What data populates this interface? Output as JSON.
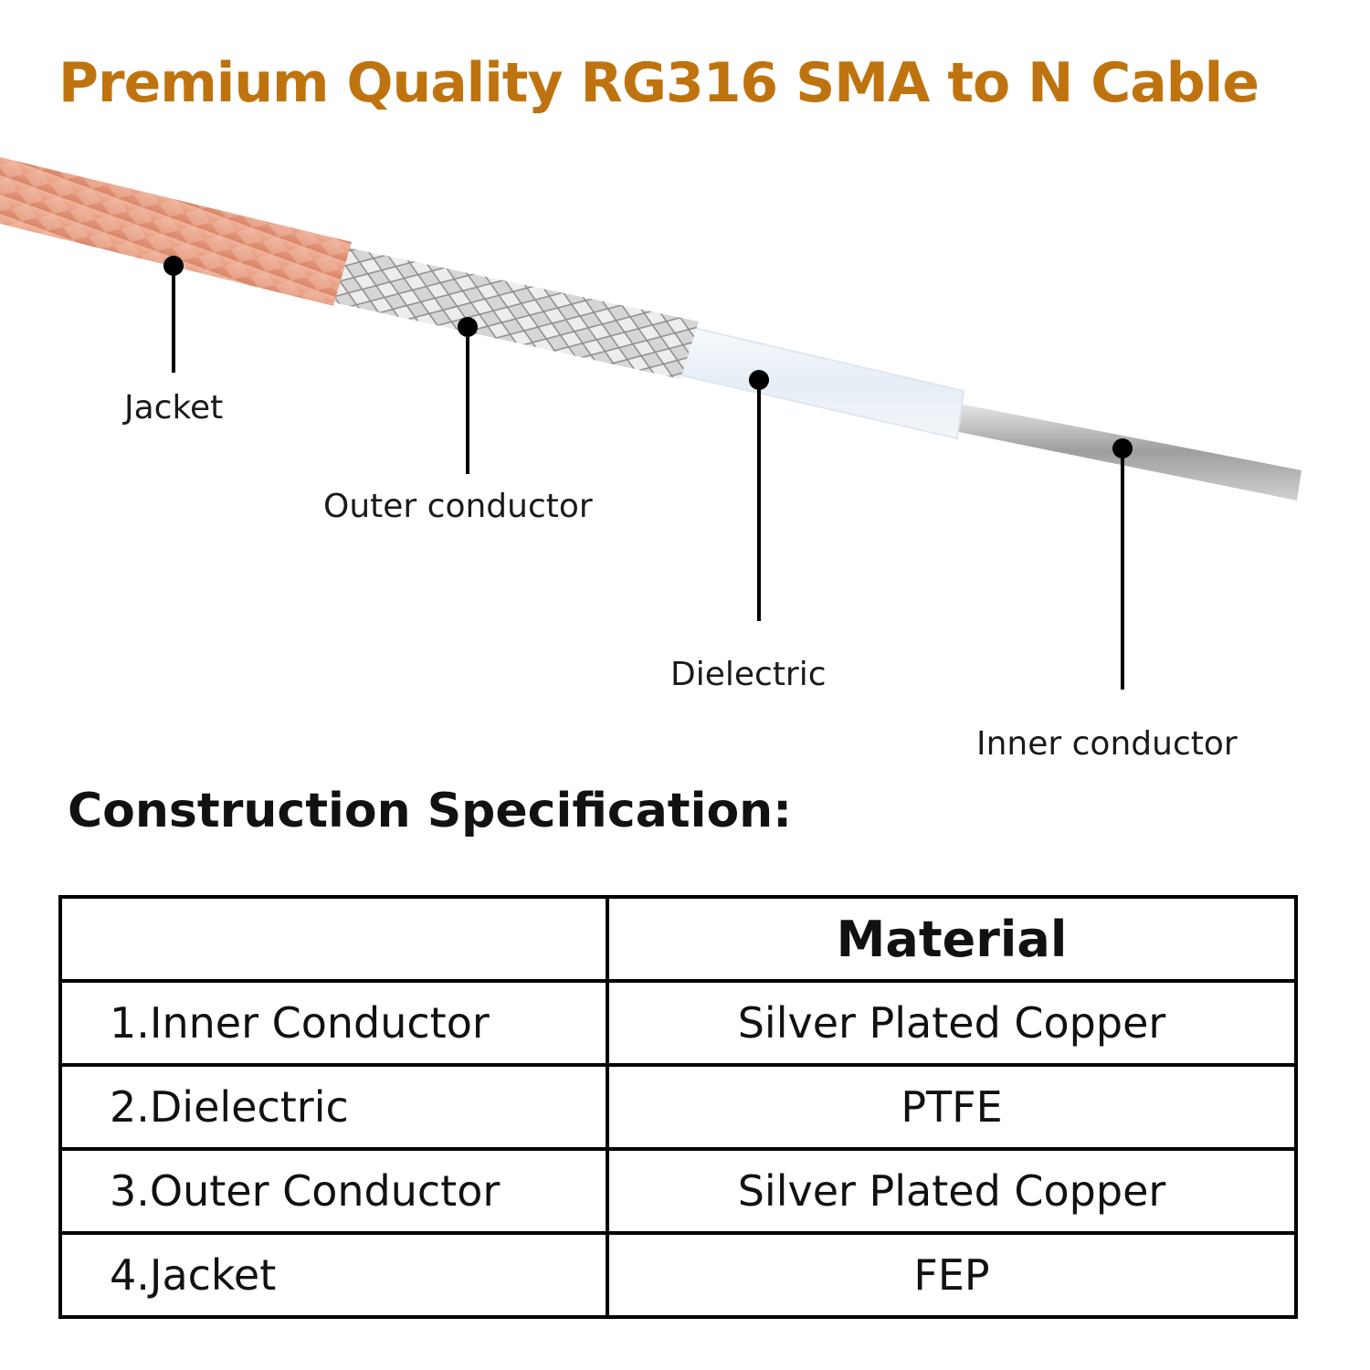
{
  "header": {
    "title": "Premium Quality RG316 SMA to N Cable",
    "title_color": "#bf730f"
  },
  "diagram": {
    "labels": {
      "jacket": "Jacket",
      "outer_conductor": "Outer conductor",
      "dielectric": "Dielectric",
      "inner_conductor": "Inner conductor"
    },
    "colors": {
      "jacket": "#e2957a",
      "braid": "#c9c9c9",
      "dielectric": "#eef3f8",
      "inner": "#bdbdbd"
    }
  },
  "spec": {
    "section_title": "Construction Specification:",
    "columns": [
      "",
      "Material"
    ],
    "rows": [
      {
        "part": "1.Inner Conductor",
        "material": "Silver Plated Copper"
      },
      {
        "part": "2.Dielectric",
        "material": "PTFE"
      },
      {
        "part": "3.Outer Conductor",
        "material": "Silver Plated Copper"
      },
      {
        "part": "4.Jacket",
        "material": "FEP"
      }
    ]
  }
}
